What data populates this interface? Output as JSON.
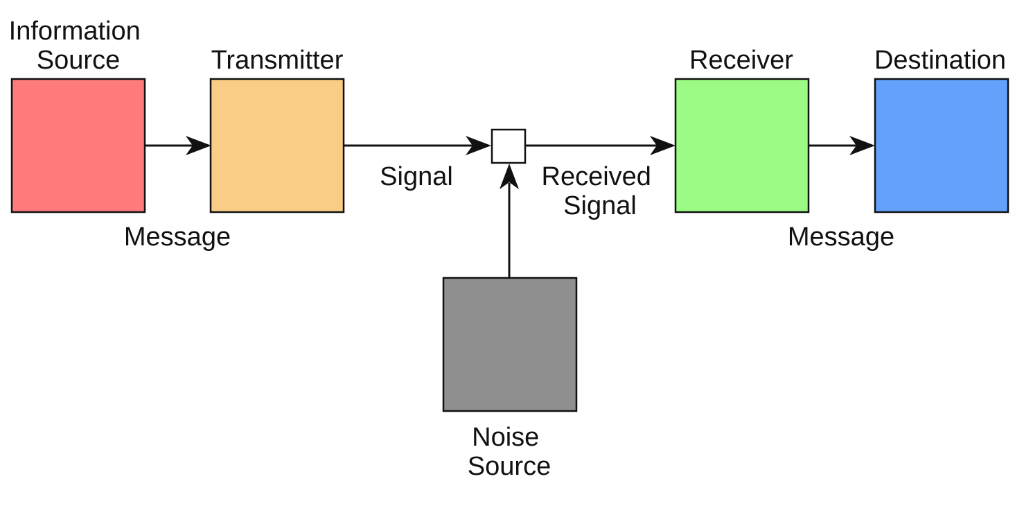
{
  "blocks": {
    "information_source": {
      "lines": [
        "Information",
        "Source"
      ],
      "color": "#ff7b7b"
    },
    "transmitter": {
      "lines": [
        "Transmitter"
      ],
      "color": "#f9cd86"
    },
    "receiver": {
      "lines": [
        "Receiver"
      ],
      "color": "#9cfb84"
    },
    "destination": {
      "lines": [
        "Destination"
      ],
      "color": "#62a2fd"
    },
    "noise_source": {
      "lines": [
        "Noise",
        "Source"
      ],
      "color": "#8f8f8f"
    },
    "mixer": {
      "color": "#ffffff"
    }
  },
  "edge_labels": {
    "message_in": {
      "lines": [
        "Message"
      ]
    },
    "signal": {
      "lines": [
        "Signal"
      ]
    },
    "received_signal": {
      "lines": [
        "Received",
        "Signal"
      ]
    },
    "message_out": {
      "lines": [
        "Message"
      ]
    }
  },
  "line_color": "#111111"
}
